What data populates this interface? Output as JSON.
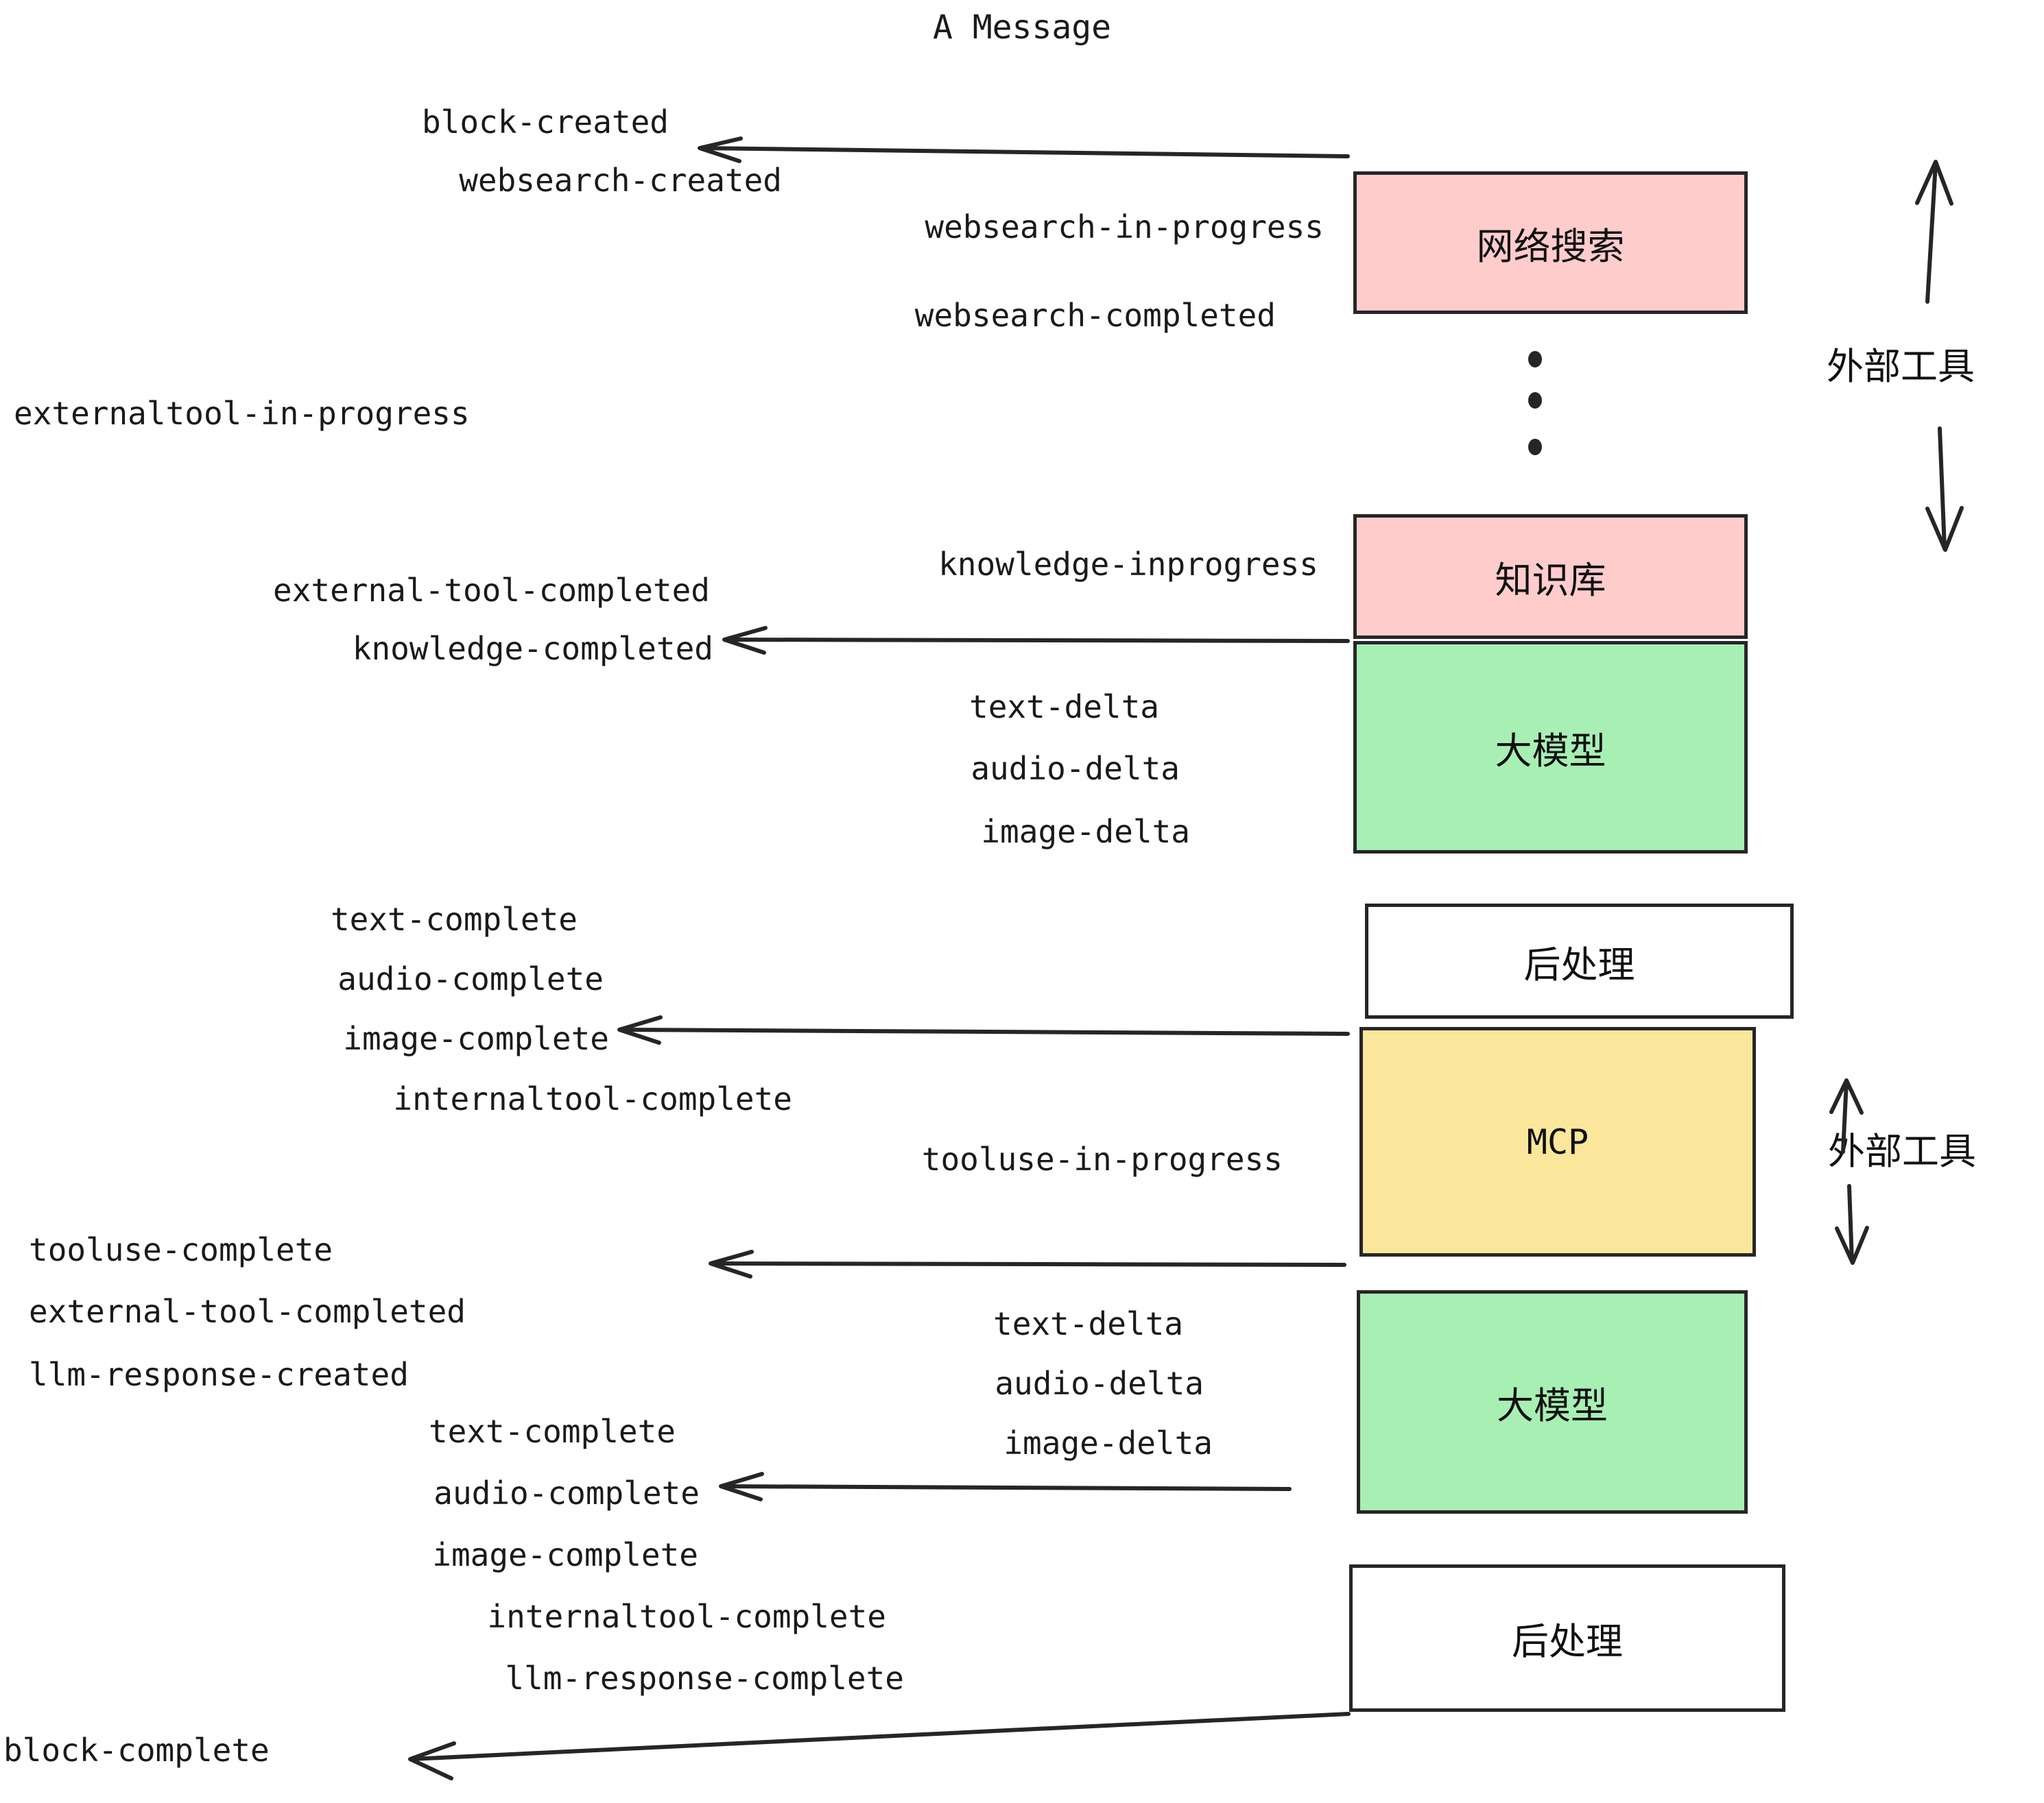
{
  "title": "A Message",
  "boxes": [
    {
      "id": "websearch",
      "label": "网络搜索",
      "color": "#FFCCCC"
    },
    {
      "id": "knowledge",
      "label": "知识库",
      "color": "#FFCCCC"
    },
    {
      "id": "llm-1",
      "label": "大模型",
      "color": "#A8EFB4"
    },
    {
      "id": "postprocess-1",
      "label": "后处理",
      "color": "#FFFFFF"
    },
    {
      "id": "mcp",
      "label": "MCP",
      "color": "#FAE79B"
    },
    {
      "id": "llm-2",
      "label": "大模型",
      "color": "#A8EFB4"
    },
    {
      "id": "postprocess-2",
      "label": "后处理",
      "color": "#FFFFFF"
    }
  ],
  "side_annotations": [
    {
      "id": "external-tool-top",
      "label": "外部工具"
    },
    {
      "id": "external-tool-bottom",
      "label": "外部工具"
    }
  ],
  "events": {
    "block_created": "block-created",
    "websearch_created": "websearch-created",
    "websearch_in_progress": "websearch-in-progress",
    "websearch_completed": "websearch-completed",
    "externaltool_in_progress": "externaltool-in-progress",
    "knowledge_inprogress": "knowledge-inprogress",
    "external_tool_completed_1": "external-tool-completed",
    "knowledge_completed": "knowledge-completed",
    "text_delta_1": "text-delta",
    "audio_delta_1": "audio-delta",
    "image_delta_1": "image-delta",
    "text_complete_1": "text-complete",
    "audio_complete_1": "audio-complete",
    "image_complete_1": "image-complete",
    "internaltool_complete_1": "internaltool-complete",
    "tooluse_in_progress": "tooluse-in-progress",
    "tooluse_complete": "tooluse-complete",
    "external_tool_completed_2": "external-tool-completed",
    "llm_response_created": "llm-response-created",
    "text_delta_2": "text-delta",
    "audio_delta_2": "audio-delta",
    "image_delta_2": "image-delta",
    "text_complete_2": "text-complete",
    "audio_complete_2": "audio-complete",
    "image_complete_2": "image-complete",
    "internaltool_complete_2": "internaltool-complete",
    "llm_response_complete": "llm-response-complete",
    "block_complete": "block-complete"
  },
  "colors": {
    "pink": "#FFCCCC",
    "green": "#A8EFB4",
    "yellow": "#FAE79B",
    "white": "#FFFFFF",
    "stroke": "#262626",
    "text": "#1a1a1a"
  }
}
